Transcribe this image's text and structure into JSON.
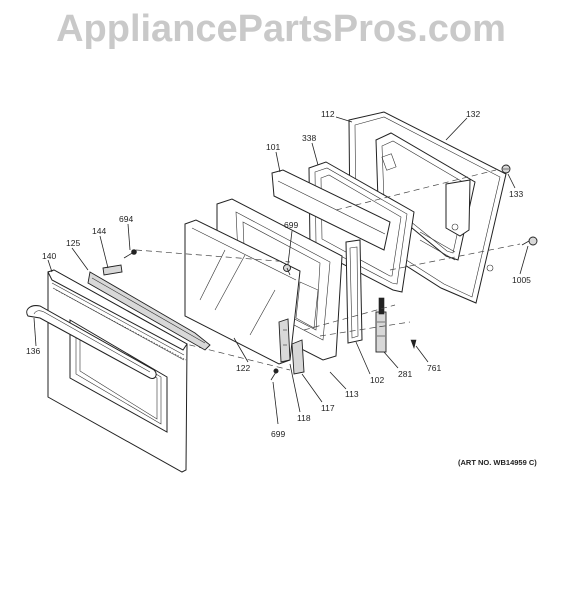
{
  "watermark": "AppliancePartsPros.com",
  "art_number": "(ART NO. WB14959 C)",
  "callouts": {
    "c112": "112",
    "c132": "132",
    "c338": "338",
    "c101": "101",
    "c133": "133",
    "c694": "694",
    "c699a": "699",
    "c144": "144",
    "c125": "125",
    "c140": "140",
    "c1005": "1005",
    "c136": "136",
    "c122": "122",
    "c102": "102",
    "c281": "281",
    "c761": "761",
    "c113": "113",
    "c117": "117",
    "c118": "118",
    "c699b": "699"
  }
}
